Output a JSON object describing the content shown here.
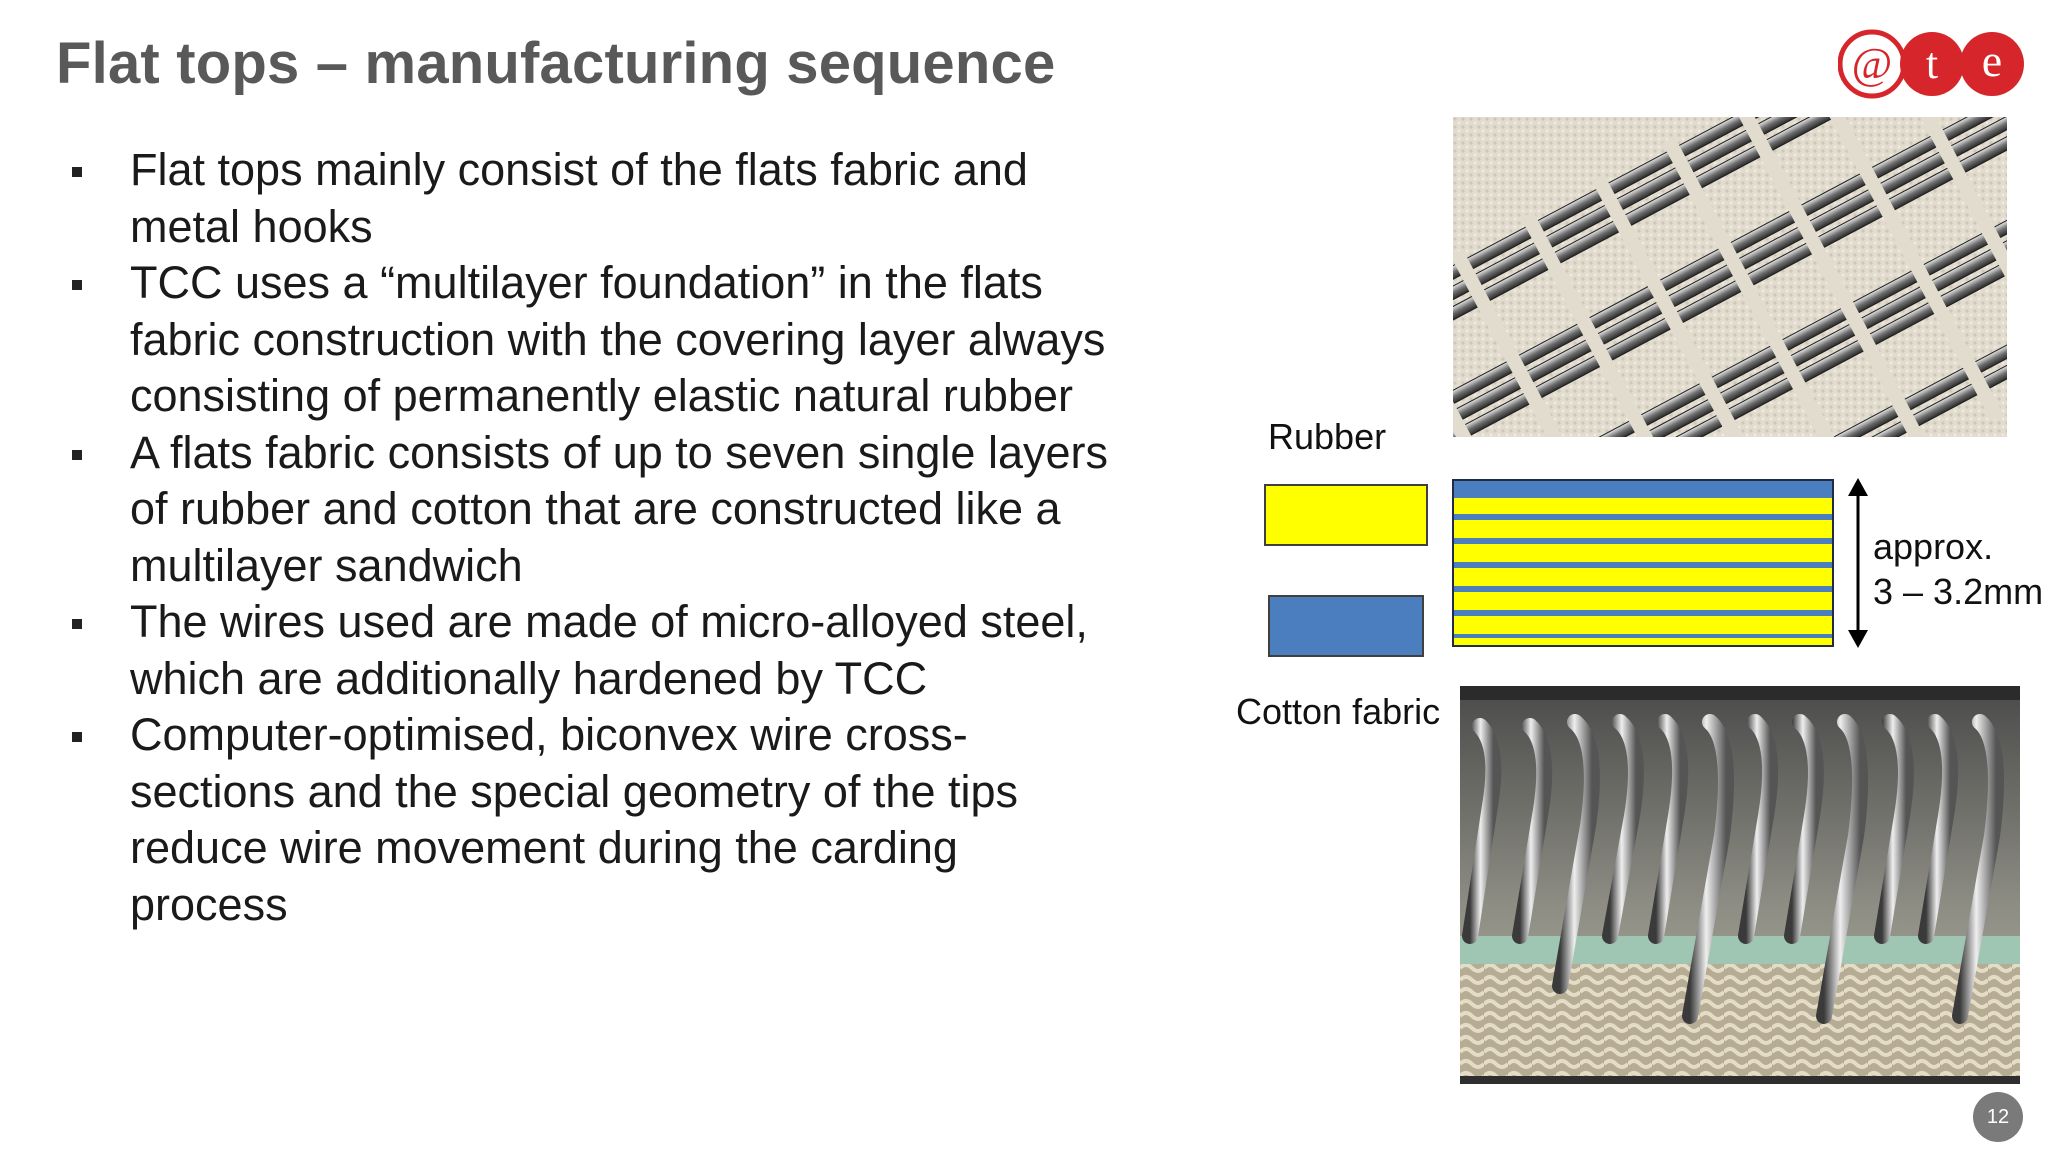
{
  "slide": {
    "title": "Flat tops – manufacturing sequence",
    "page_number": "12",
    "logo_text": "ate"
  },
  "bullets": [
    "Flat tops mainly consist of the flats fabric and metal hooks",
    "TCC uses a “multilayer foundation” in the flats fabric construction with the covering layer always consisting of permanently elastic natural rubber",
    "A flats fabric consists of up to seven single layers of rubber and cotton that are constructed like a multilayer sandwich",
    "The wires used are made of micro-alloyed steel, which are additionally hardened by TCC",
    "Computer-optimised, biconvex wire cross-sections and the special geometry of the tips reduce wire movement during the carding process"
  ],
  "diagram": {
    "rubber_label": "Rubber",
    "cotton_label": "Cotton fabric",
    "thickness_line1": "approx.",
    "thickness_line2": "3 – 3.2mm",
    "colors": {
      "rubber": "#ffff00",
      "cotton": "#4a7ebf",
      "outline": "#404040"
    }
  },
  "images": {
    "top_photo": "flat-top-wire-hooks-top-view",
    "bottom_photo": "flat-top-wire-hooks-cross-section"
  }
}
